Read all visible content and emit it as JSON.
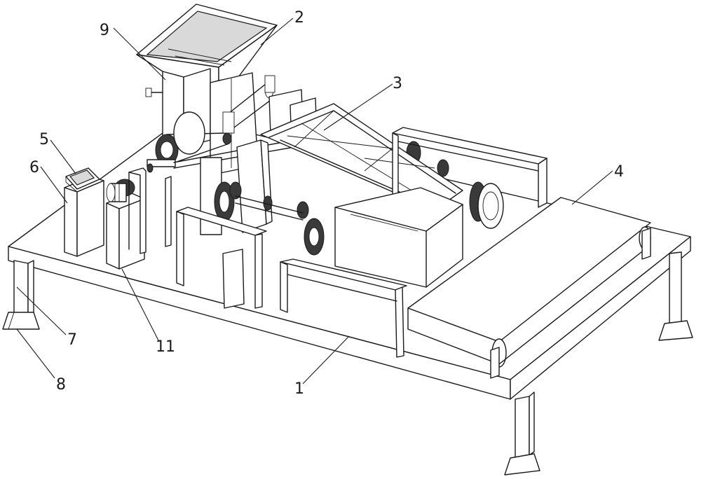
{
  "labels": {
    "l1": "1",
    "l2": "2",
    "l3": "3",
    "l4": "4",
    "l5": "5",
    "l6": "6",
    "l7": "7",
    "l8": "8",
    "l9": "9",
    "l11": "11"
  },
  "colors": {
    "line": "#1a1a1a",
    "panel_shade": "#d9d9d9",
    "background": "#ffffff"
  }
}
